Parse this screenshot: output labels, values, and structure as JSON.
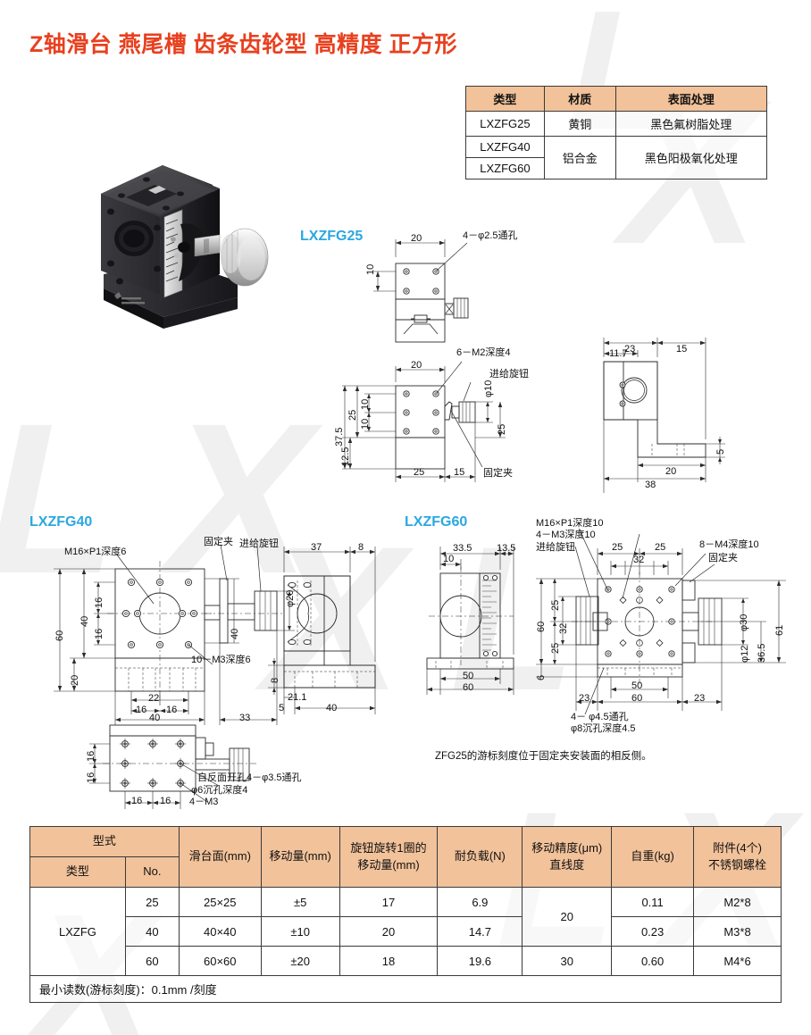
{
  "title": "Z轴滑台 燕尾槽 齿条齿轮型 高精度 正方形",
  "material_table": {
    "headers": [
      "类型",
      "材质",
      "表面处理"
    ],
    "rows": [
      {
        "type": "LXZFG25",
        "material": "黄铜",
        "finish": "黑色氟树脂处理"
      },
      {
        "type": "LXZFG40",
        "material": "铝合金",
        "finish": "黑色阳极氧化处理"
      },
      {
        "type": "LXZFG60",
        "material": "",
        "finish": ""
      }
    ]
  },
  "drawings": {
    "zfg25": {
      "label": "LXZFG25",
      "top_view": {
        "d_20": "20",
        "d_10": "10",
        "hole_note": "4－φ2.5通孔"
      },
      "front_view": {
        "d_20": "20",
        "d_37_5": "37.5",
        "d_25v": "25",
        "d_10a": "10",
        "d_10b": "10",
        "d_12_5": "12.5",
        "d_25h": "25",
        "d_15": "15",
        "thread_note": "6－M2深度4",
        "knob_label": "进给旋钮",
        "clamp_label": "固定夹",
        "d_phi10": "φ10",
        "d_25r": "25"
      },
      "bracket": {
        "d_23": "23",
        "d_15": "15",
        "d_11_7": "11.7",
        "d_5": "5",
        "d_20": "20",
        "d_38": "38"
      }
    },
    "zfg40": {
      "label": "LXZFG40",
      "front_view": {
        "thread_center": "M16×P1深度6",
        "clamp_label": "固定夹",
        "knob_label": "进给旋钮",
        "d_60": "60",
        "d_40v": "40",
        "d_20v": "20",
        "d_16a": "16",
        "d_16b": "16",
        "d_22": "22",
        "d_16c": "16",
        "d_16d": "16",
        "d_40h": "40",
        "d_33": "33",
        "thread_note": "10－M3深度6",
        "d_phi20": "φ20",
        "d_40r": "40"
      },
      "side_view": {
        "d_37": "37",
        "d_8t": "8",
        "d_8l": "8",
        "d_21_1": "21.1",
        "d_5": "5",
        "d_40": "40"
      },
      "bottom_view": {
        "d_16a": "16",
        "d_16b": "16",
        "d_16c": "16",
        "d_16d": "16",
        "note1": "自反面开孔4－φ3.5通孔",
        "note2": "φ6沉孔深度4",
        "note3": "4－M3"
      }
    },
    "zfg60": {
      "label": "LXZFG60",
      "side_view": {
        "d_33_5": "33.5",
        "d_13_5": "13.5",
        "d_10": "10",
        "d_50": "50",
        "d_60": "60"
      },
      "front_view": {
        "thread_center": "M16×P1深度10",
        "thread_note2": "4－M3深度10",
        "knob_label": "进给旋钮",
        "thread_note3": "8－M4深度10",
        "clamp_label": "固定夹",
        "d_25a": "25",
        "d_25b": "25",
        "d_32t": "32",
        "d_60l": "60",
        "d_25l1": "25",
        "d_25l2": "25",
        "d_32l": "32",
        "d_6": "6",
        "d_50": "50",
        "d_60b": "60",
        "d_23l": "23",
        "d_23r": "23",
        "d_61": "61",
        "d_phi30": "φ30",
        "d_36_5": "36.5",
        "d_phi12": "φ12",
        "note1": "4－ φ4.5通孔",
        "note2": "φ8沉孔深度4.5"
      }
    },
    "footnote": "ZFG25的游标刻度位于固定夹安装面的相反侧。"
  },
  "spec_table": {
    "headers": {
      "group_type": "型式",
      "type": "类型",
      "no": "No.",
      "stage_face": "滑台面(mm)",
      "travel": "移动量(mm)",
      "per_turn_l1": "旋钮旋转1圈的",
      "per_turn_l2": "移动量(mm)",
      "load": "耐负载(N)",
      "accuracy_l1": "移动精度(μm)",
      "accuracy_l2": "直线度",
      "weight": "自重(kg)",
      "accessory_l1": "附件(4个)",
      "accessory_l2": "不锈钢螺栓"
    },
    "series": "LXZFG",
    "rows": [
      {
        "no": "25",
        "stage_face": "25×25",
        "travel": "±5",
        "per_turn": "17",
        "load": "6.9",
        "accuracy": "20",
        "weight": "0.11",
        "accessory": "M2*8"
      },
      {
        "no": "40",
        "stage_face": "40×40",
        "travel": "±10",
        "per_turn": "20",
        "load": "14.7",
        "accuracy": "",
        "weight": "0.23",
        "accessory": "M3*8"
      },
      {
        "no": "60",
        "stage_face": "60×60",
        "travel": "±20",
        "per_turn": "18",
        "load": "19.6",
        "accuracy": "30",
        "weight": "0.60",
        "accessory": "M4*6"
      }
    ],
    "footer": "最小读数(游标刻度)：0.1mm /刻度"
  },
  "colors": {
    "title": "#e8401f",
    "table_header": "#f2c29a",
    "model_label": "#2aa8e0",
    "line": "#3a3a3a"
  }
}
